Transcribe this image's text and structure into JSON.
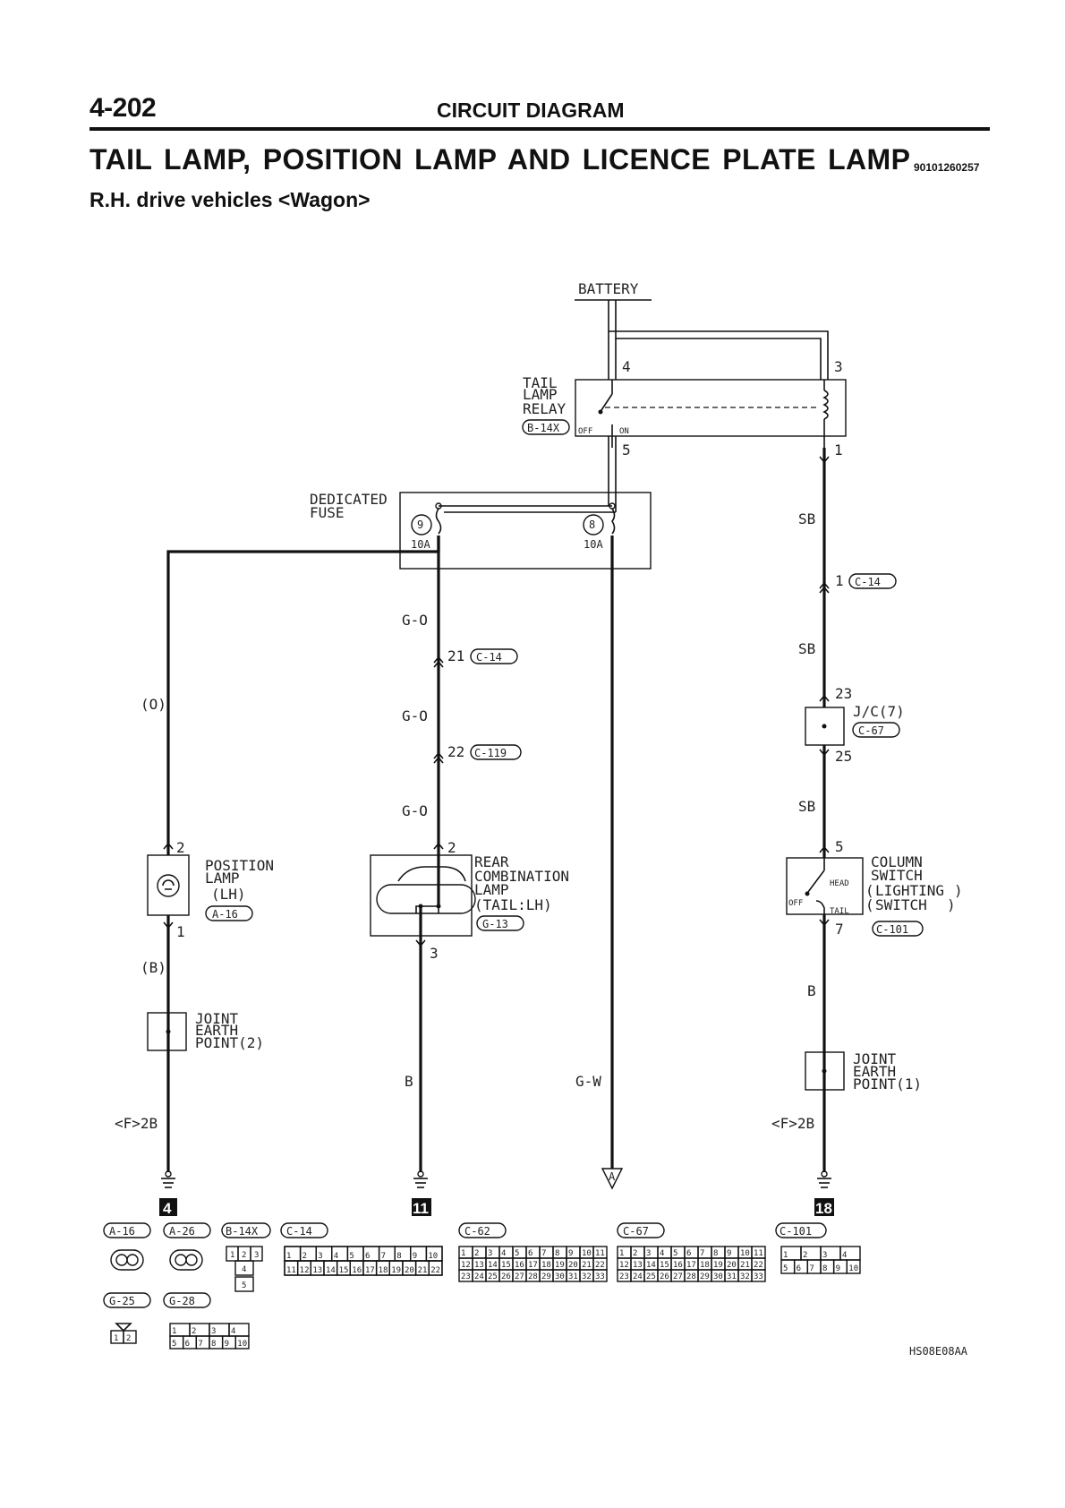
{
  "header": {
    "page_number": "4-202",
    "section_title": "CIRCUIT DIAGRAM",
    "title": "TAIL LAMP, POSITION LAMP AND LICENCE PLATE LAMP",
    "doc_id": "90101260257",
    "subtitle": "R.H. drive vehicles <Wagon>"
  },
  "battery": {
    "label": "BATTERY"
  },
  "tail_lamp_relay": {
    "label_lines": [
      "TAIL",
      "LAMP",
      "RELAY"
    ],
    "connector": "B-14X",
    "off": "OFF",
    "on": "ON",
    "pins": {
      "in_switch": "4",
      "coil_in": "3",
      "out_switch": "5",
      "coil_out": "1"
    }
  },
  "dedicated_fuse": {
    "label_lines": [
      "DEDICATED",
      "FUSE"
    ],
    "fuse_a": {
      "number": "9",
      "rating": "10A"
    },
    "fuse_b": {
      "number": "8",
      "rating": "10A"
    }
  },
  "wires": {
    "left_top": "(O)",
    "left_bottom": "(B)",
    "middle_1": "G-O",
    "middle_2": "G-O",
    "middle_3": "G-O",
    "rear_out": "B",
    "gw": "G-W",
    "right_1": "SB",
    "right_2": "SB",
    "right_3": "SB",
    "right_bottom": "B"
  },
  "pins": {
    "c14_right": "1",
    "c14_mid": "21",
    "c119_mid": "22",
    "jc_in": "23",
    "jc_out": "25",
    "pos_top": "2",
    "pos_bottom": "1",
    "rear_top": "2",
    "rear_bottom": "3",
    "col_top": "5",
    "col_bottom": "7"
  },
  "connectors": {
    "c14_right": "C-14",
    "c14_mid": "C-14",
    "c119": "C-119",
    "c67_jc": "C-67",
    "a16": "A-16",
    "g13": "G-13",
    "c101": "C-101"
  },
  "junction_connector": {
    "label": "J/C(7)"
  },
  "position_lamp": {
    "label_lines": [
      "POSITION",
      "LAMP",
      "(LH)"
    ]
  },
  "rear_combination_lamp": {
    "label_lines": [
      "REAR",
      "COMBINATION",
      "LAMP",
      "(TAIL:LH)"
    ]
  },
  "column_switch": {
    "label_lines": [
      "COLUMN",
      "SWITCH",
      "LIGHTING",
      "SWITCH"
    ],
    "head": "HEAD",
    "tail": "TAIL",
    "off": "OFF"
  },
  "joint_earth_2": {
    "label_lines": [
      "JOINT",
      "EARTH",
      "POINT(2)"
    ]
  },
  "joint_earth_1": {
    "label_lines": [
      "JOINT",
      "EARTH",
      "POINT(1)"
    ]
  },
  "earth_refs": {
    "left": "<F>2B",
    "right": "<F>2B"
  },
  "grounds": {
    "g4": "4",
    "g11": "11",
    "g18": "18"
  },
  "off_page": {
    "label": "A"
  },
  "connector_legend": {
    "row1": [
      "A-16",
      "A-26",
      "B-14X",
      "C-14",
      "C-62",
      "C-67",
      "C-101"
    ],
    "row2": [
      "G-25",
      "G-28"
    ],
    "b14x_pins": [
      "1",
      "2",
      "3",
      "4",
      "5"
    ],
    "c14_pins_top": [
      "1",
      "2",
      "3",
      "4",
      "5",
      "6",
      "7",
      "8",
      "9",
      "10"
    ],
    "c14_pins_bottom": [
      "11",
      "12",
      "13",
      "14",
      "15",
      "16",
      "17",
      "18",
      "19",
      "20",
      "21",
      "22"
    ],
    "c62_rows": [
      [
        "1",
        "2",
        "3",
        "4",
        "5",
        "6",
        "7",
        "8",
        "9",
        "10",
        "11"
      ],
      [
        "12",
        "13",
        "14",
        "15",
        "16",
        "17",
        "18",
        "19",
        "20",
        "21",
        "22"
      ],
      [
        "23",
        "24",
        "25",
        "26",
        "27",
        "28",
        "29",
        "30",
        "31",
        "32",
        "33"
      ]
    ],
    "c101_top": [
      "1",
      "2",
      "3",
      "4"
    ],
    "c101_bottom": [
      "5",
      "6",
      "7",
      "8",
      "9",
      "10"
    ],
    "g28_top": [
      "1",
      "2",
      "3",
      "4"
    ],
    "g28_bottom": [
      "5",
      "6",
      "7",
      "8",
      "9",
      "10"
    ]
  },
  "figure_code": "HS08E08AA"
}
